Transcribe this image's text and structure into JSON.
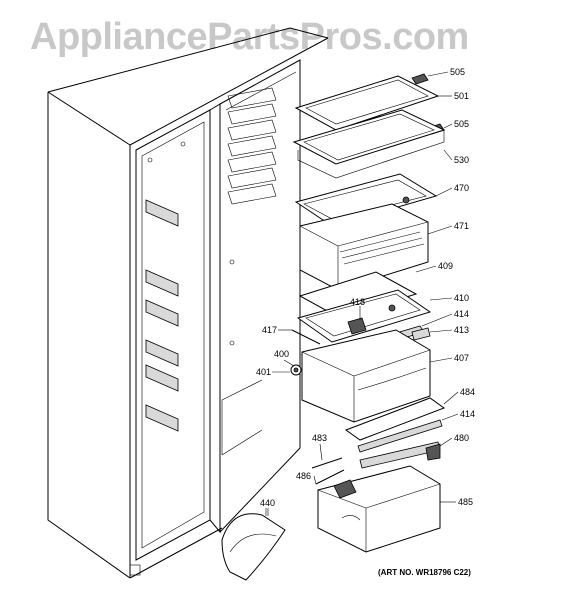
{
  "watermark": "AppliancePartsPros.com",
  "art_note": "(ART NO. WR18796 C22)",
  "part_labels": {
    "p505a": "505",
    "p501": "501",
    "p505b": "505",
    "p530": "530",
    "p470": "470",
    "p471": "471",
    "p409": "409",
    "p418": "418",
    "p410": "410",
    "p414a": "414",
    "p417": "417",
    "p413": "413",
    "p400": "400",
    "p401": "401",
    "p407": "407",
    "p484": "484",
    "p414b": "414",
    "p483": "483",
    "p480": "480",
    "p486": "486",
    "p485": "485",
    "p440": "440"
  }
}
